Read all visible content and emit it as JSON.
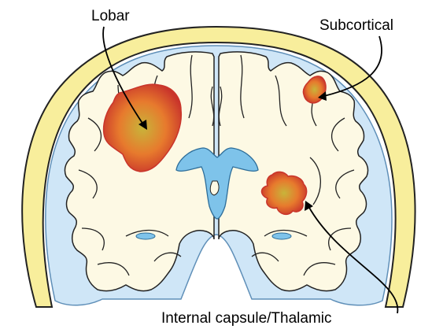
{
  "labels": {
    "lobar": "Lobar",
    "subcortical": "Subcortical",
    "internal_capsule_thalamic": "Internal capsule/Thalamic"
  },
  "colors": {
    "skull": "#f8ee9c",
    "skull_outline": "#222222",
    "csf": "#cfe6f7",
    "brain": "#fdf9e4",
    "ventricle": "#7ec3ea",
    "hemorrhage_center": "#c8b43a",
    "hemorrhage_mid": "#e77a2d",
    "hemorrhage_edge": "#c9352b",
    "arrow": "#000000"
  },
  "regions": [
    {
      "name": "Lobar",
      "type": "hemorrhage"
    },
    {
      "name": "Subcortical",
      "type": "hemorrhage"
    },
    {
      "name": "Internal capsule/Thalamic",
      "type": "hemorrhage"
    }
  ]
}
